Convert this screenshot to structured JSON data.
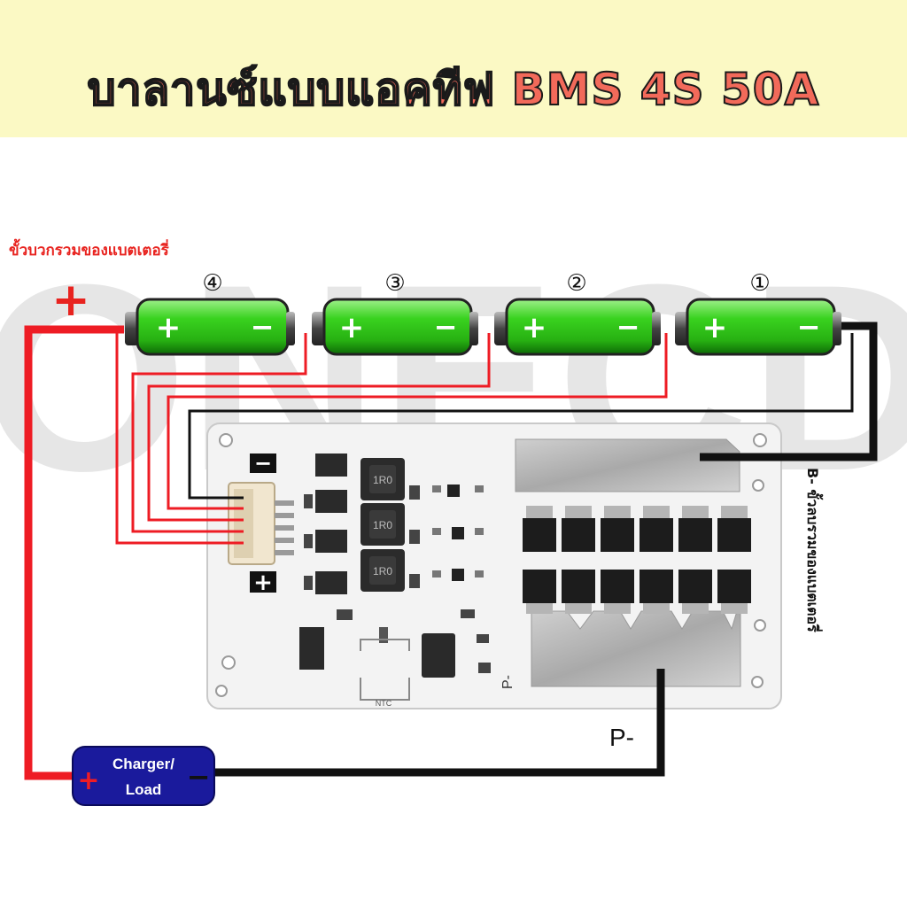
{
  "title": "บาลานซ์แบบแอคทีฟ BMS 4S 50A",
  "labels": {
    "positive_terminal": "ขั้วบวกรวมของแบตเตอรี่",
    "positive_sign": "+",
    "negative_terminal": "B- ขั้วลบรวมของแบตเตอรี่",
    "p_minus": "P-",
    "board_p_minus": "P-",
    "board_minus_sign": "−",
    "board_plus_sign": "+",
    "ntc": "NTC",
    "inductor_marking": "1R0",
    "watermark": "ONECD"
  },
  "batteries": [
    {
      "number": "④",
      "plus": "+",
      "minus": "−"
    },
    {
      "number": "③",
      "plus": "+",
      "minus": "−"
    },
    {
      "number": "②",
      "plus": "+",
      "minus": "−"
    },
    {
      "number": "①",
      "plus": "+",
      "minus": "−"
    }
  ],
  "load": {
    "line1": "Charger/",
    "line2": "Load",
    "plus": "+",
    "minus": "−"
  },
  "colors": {
    "banner_bg": "#fbf9c4",
    "title": "#f26a5a",
    "battery": "#3fcf2a",
    "wire_red": "#ee1c24",
    "wire_black": "#111111",
    "load_box": "#1a1a9c",
    "label_red": "#e8231f"
  }
}
